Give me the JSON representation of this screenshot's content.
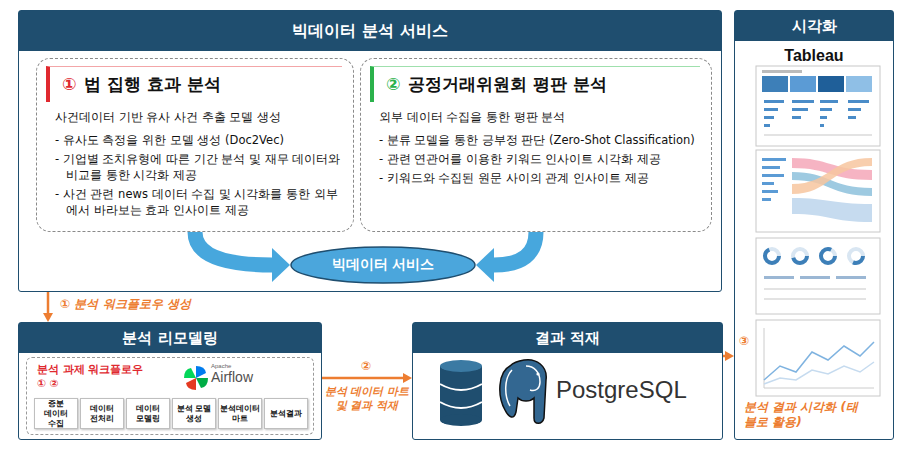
{
  "diagram": {
    "nodes": [
      {
        "text": [
          "빅데이터 분석 서비스"
        ]
      },
      {
        "text": [
          "사건데이터 기반 유사 사건 추출 모델 생성",
          "- 유사도 측정을 위한 모델 생성 (Doc2Vec)",
          "- 기업별 조치유형에 따른 기간 분석 및 재무 데이터와 비교를 통한 시각화 제공",
          "- 사건 관련 news 데이터 수집 및 시각화를 통한 외부에서 바라보는 효과 인사이트 제공"
        ],
        "in": 0
      },
      {
        "text": [
          "①",
          "법 집행 효과 분석"
        ],
        "in": 1
      },
      {
        "text": [
          "외부 데이터 수집을 통한 평판 분석",
          "- 분류 모델을 통한 긍부정 판단 (Zero-Shot Classification)",
          "- 관련 연관어를 이용한 키워드 인사이트 시각화 제공",
          "- 키워드와 수집된 원문 사이의 관계 인사이트 제공"
        ],
        "in": 0
      },
      {
        "text": [
          "②",
          "공정거래위원회 평판 분석"
        ],
        "in": 3
      },
      {
        "text": [
          "빅데이터 서비스"
        ],
        "in": 0
      },
      {
        "text": [
          "시각화",
          "Tableau"
        ]
      },
      {
        "text": [
          "분석 리모델링"
        ]
      },
      {
        "text": [
          "분석 과제 워크플로우",
          "① ②"
        ],
        "in": 7
      },
      {
        "text": [
          "증분 데이터 수집"
        ],
        "in": 8
      },
      {
        "text": [
          "데이터 전처리"
        ],
        "in": 8
      },
      {
        "text": [
          "데이터 모델링"
        ],
        "in": 8
      },
      {
        "text": [
          "분석 모델 생성"
        ],
        "in": 8
      },
      {
        "text": [
          "분석데이터 마트"
        ],
        "in": 8
      },
      {
        "text": [
          "분석결과"
        ],
        "in": 8
      },
      {
        "text": [
          "결과 적재"
        ]
      }
    ],
    "edges": [
      {
        "from": 1,
        "to": 5,
        "arrow": "to"
      },
      {
        "from": 3,
        "to": 5,
        "arrow": "to"
      },
      {
        "from": 0,
        "to": 7,
        "label": "① 분석 워크플로우 생성",
        "arrow": "to"
      },
      {
        "from": 7,
        "to": 15,
        "label": "분석 데이터 마트 및 결과 적재",
        "arrow": "to"
      },
      {
        "from": 15,
        "to": 6,
        "label": "분석 결과 시각화 (태블로 활용)",
        "arrow": "to"
      }
    ],
    "labels": [
      "Apache",
      "Airflow",
      "PostgreSQL",
      "②",
      "③"
    ]
  }
}
